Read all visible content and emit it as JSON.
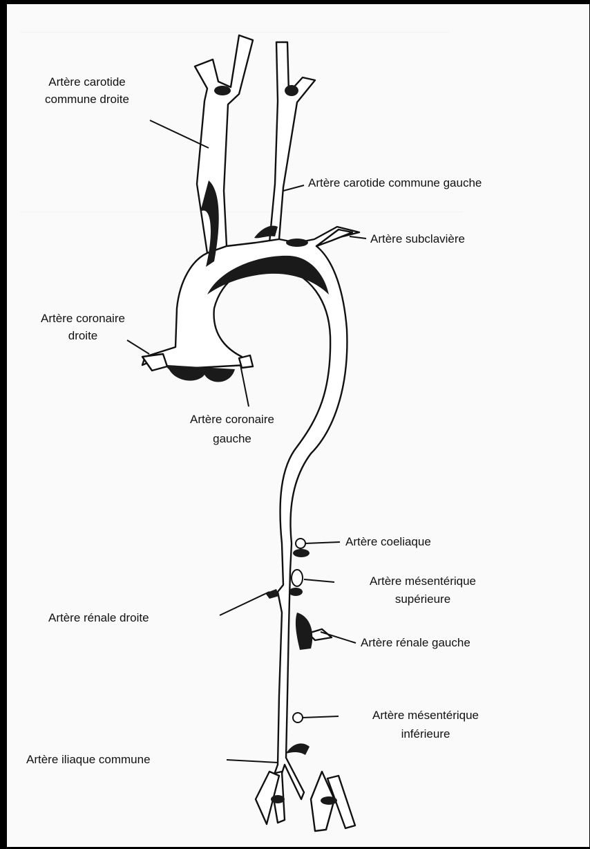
{
  "diagram": {
    "colors": {
      "background": "#fafafa",
      "frame": "#000000",
      "ink": "#111111"
    },
    "labels": {
      "carotide_droite": [
        "Artère carotide",
        "commune droite"
      ],
      "carotide_gauche": "Artère carotide commune gauche",
      "subclaviere": "Artère subclavière",
      "coronaire_droite": [
        "Artère coronaire",
        "droite"
      ],
      "coronaire_gauche": [
        "Artère coronaire",
        "gauche"
      ],
      "coeliaque": "Artère coeliaque",
      "mesenterique_sup": [
        "Artère mésentérique",
        "supérieure"
      ],
      "renale_droite": "Artère rénale droite",
      "renale_gauche": "Artère rénale gauche",
      "mesenterique_inf": [
        "Artère mésentérique",
        "inférieure"
      ],
      "iliaque": "Artère iliaque commune"
    }
  }
}
